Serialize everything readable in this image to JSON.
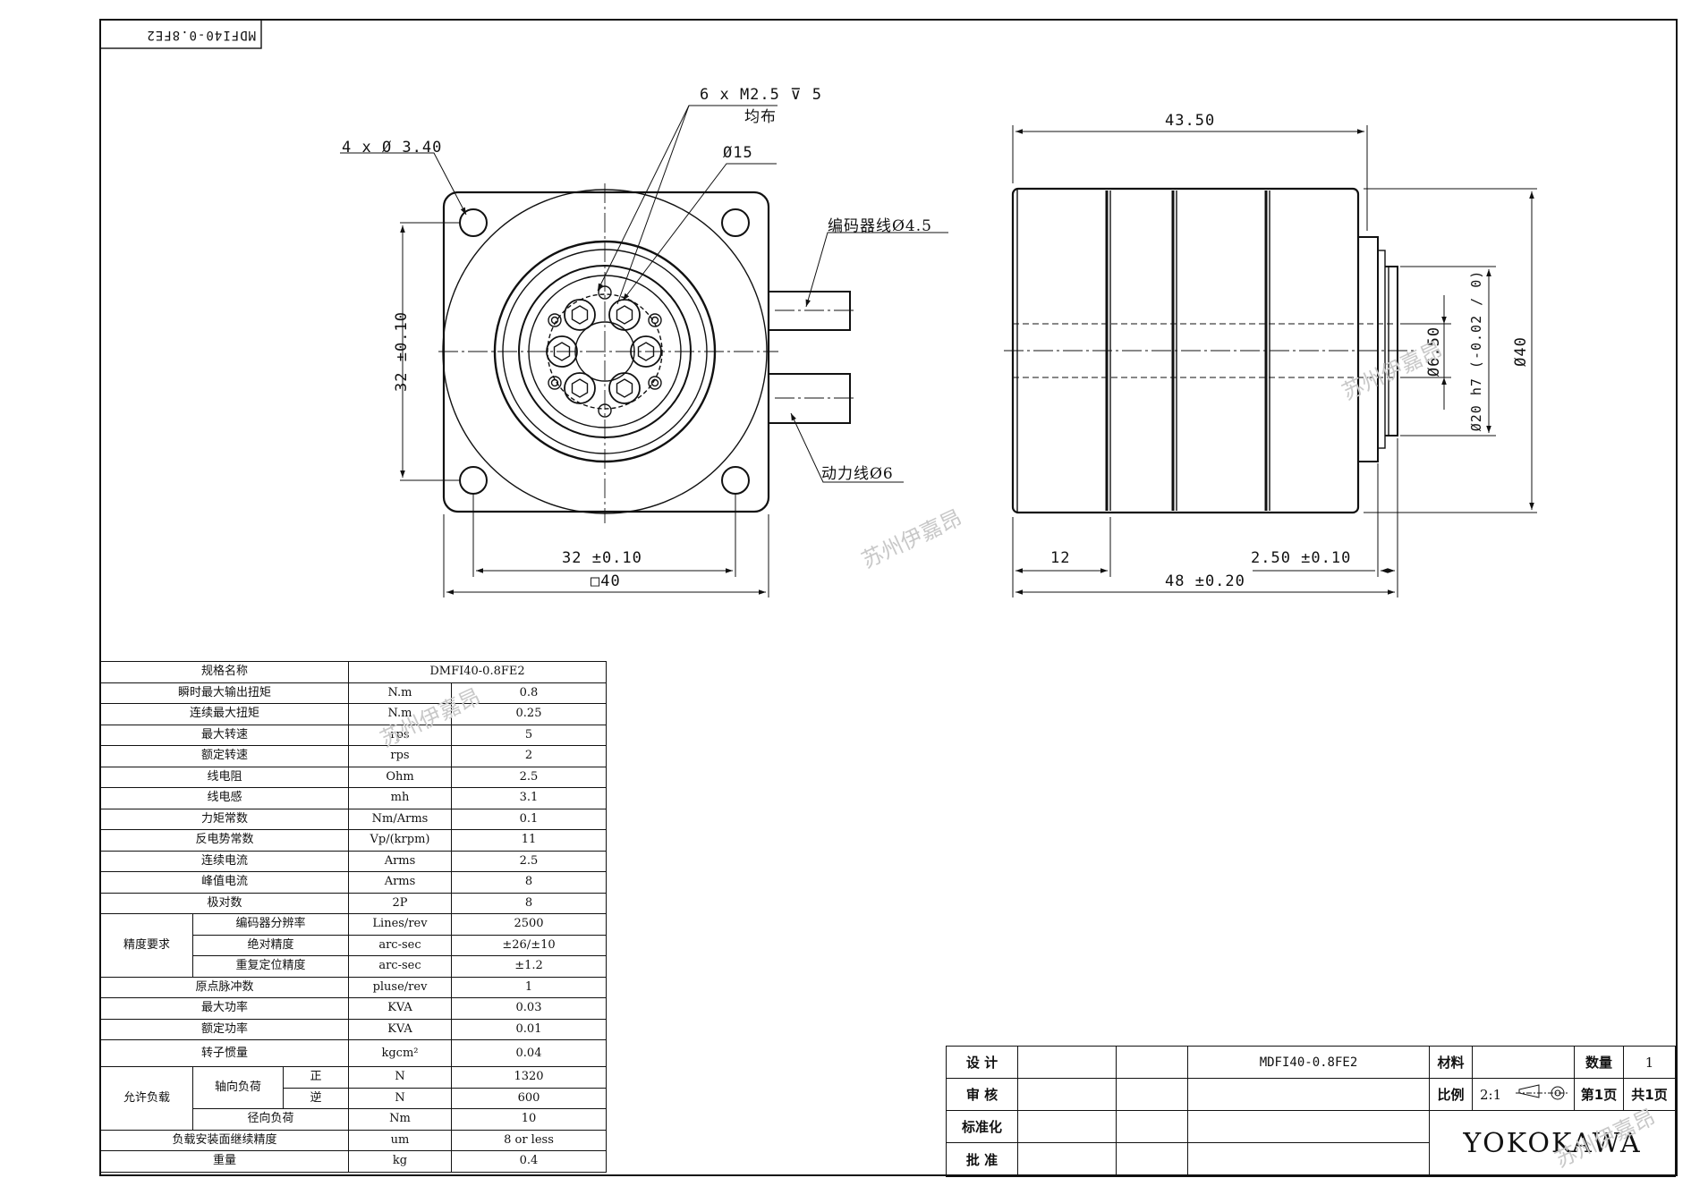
{
  "top_tag": "MDFI40-0.8FE2",
  "dims": {
    "holes_4": "4 x Ø 3.40",
    "thread_6": "6 x M2.5 ⊽ 5",
    "thread_even": "均布",
    "dia15": "Ø15",
    "encoder_line": "编码器线Ø4.5",
    "power_line": "动力线Ø6",
    "v32": "32 ±0.10",
    "h32": "32 ±0.10",
    "sq40": "□40",
    "len4350": "43.50",
    "d12": "12",
    "d250": "2.50 ±0.10",
    "d48": "48 ±0.20",
    "d650": "Ø6.50",
    "d20h7": "Ø20 h7 (-0.02 / 0)",
    "d40": "Ø40"
  },
  "spec_header": {
    "name": "规格名称",
    "value": "DMFI40-0.8FE2"
  },
  "spec_rows": [
    {
      "label": "瞬时最大输出扭矩",
      "unit": "N.m",
      "value": "0.8"
    },
    {
      "label": "连续最大扭矩",
      "unit": "N.m",
      "value": "0.25"
    },
    {
      "label": "最大转速",
      "unit": "rps",
      "value": "5"
    },
    {
      "label": "额定转速",
      "unit": "rps",
      "value": "2"
    },
    {
      "label": "线电阻",
      "unit": "Ohm",
      "value": "2.5"
    },
    {
      "label": "线电感",
      "unit": "mh",
      "value": "3.1"
    },
    {
      "label": "力矩常数",
      "unit": "Nm/Arms",
      "value": "0.1"
    },
    {
      "label": "反电势常数",
      "unit": "Vp/(krpm)",
      "value": "11"
    },
    {
      "label": "连续电流",
      "unit": "Arms",
      "value": "2.5"
    },
    {
      "label": "峰值电流",
      "unit": "Arms",
      "value": "8"
    },
    {
      "label": "极对数",
      "unit": "2P",
      "value": "8"
    }
  ],
  "accuracy": {
    "group": "精度要求",
    "rows": [
      {
        "label": "编码器分辨率",
        "unit": "Lines/rev",
        "value": "2500"
      },
      {
        "label": "绝对精度",
        "unit": "arc-sec",
        "value": "±26/±10"
      },
      {
        "label": "重复定位精度",
        "unit": "arc-sec",
        "value": "±1.2"
      }
    ]
  },
  "spec_rows2": [
    {
      "label": "原点脉冲数",
      "unit": "pluse/rev",
      "value": "1"
    },
    {
      "label": "最大功率",
      "unit": "KVA",
      "value": "0.03"
    },
    {
      "label": "额定功率",
      "unit": "KVA",
      "value": "0.01"
    },
    {
      "label": "转子惯量",
      "unit": "kgcm²",
      "value": "0.04"
    }
  ],
  "load": {
    "group": "允许负载",
    "axial": "轴向负荷",
    "pos": "正",
    "neg": "逆",
    "axial_unit": "N",
    "axial_pos_value": "1320",
    "axial_neg_value": "600",
    "radial": "径向负荷",
    "radial_unit": "Nm",
    "radial_value": "10"
  },
  "spec_rows3": [
    {
      "label": "负载安装面继续精度",
      "unit": "um",
      "value": "8 or less"
    },
    {
      "label": "重量",
      "unit": "kg",
      "value": "0.4"
    }
  ],
  "title_block": {
    "design": "设 计",
    "review": "审 核",
    "standard": "标准化",
    "approve": "批 准",
    "part_no": "MDFI40-0.8FE2",
    "material": "材料",
    "quantity": "数量",
    "quantity_value": "1",
    "scale": "比例",
    "scale_value": "2:1",
    "page": "第1页",
    "total": "共1页",
    "brand": "YOKOKAWA"
  },
  "watermark": "苏州伊嘉昂"
}
